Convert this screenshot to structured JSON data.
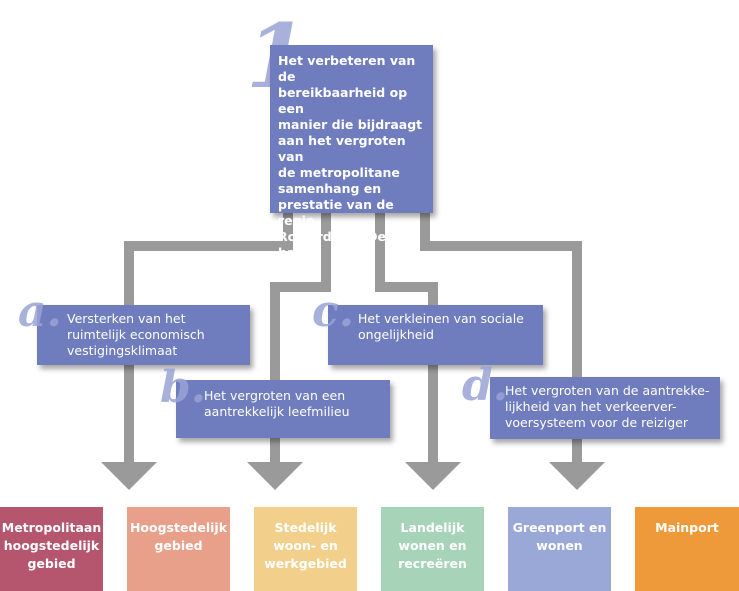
{
  "main_goal": {
    "number": "1.",
    "text": "Het verbeteren van de\nbereikbaarheid op een\nmanier die bijdraagt\naan het vergroten van\nde metropolitane\nsamenhang en\nprestatie van de regio\nRotterdam - Den haag"
  },
  "sub_goals": [
    {
      "letter": "a.",
      "text": "Versterken van het\nruimtelijk economisch\nvestigingsklimaat"
    },
    {
      "letter": "b.",
      "text": "Het vergroten van een\naantrekkelijk leefmilieu"
    },
    {
      "letter": "c.",
      "text": "Het verkleinen van sociale\nongelijkheid"
    },
    {
      "letter": "d.",
      "text": "Het vergroten van de aantrekke-\nlijkheid van het verkeerver-\nvoersysteem voor de reiziger"
    }
  ],
  "categories": [
    {
      "label": "Metropolitaan\nhoogstedelijk\ngebied",
      "color": "#b5566e"
    },
    {
      "label": "Hoogstedelijk\ngebied",
      "color": "#e8a08a"
    },
    {
      "label": "Stedelijk\nwoon- en\nwerkgebied",
      "color": "#f2cf8a"
    },
    {
      "label": "Landelijk\nwonen en\nrecreëren",
      "color": "#a7d3b8"
    },
    {
      "label": "Greenport en\nwonen",
      "color": "#9aa8d8"
    },
    {
      "label": "Mainport",
      "color": "#ef9a3a"
    }
  ],
  "colors": {
    "box": "#6f7cbe",
    "connector": "#9a9a9a",
    "number": "#9aa3d6"
  }
}
